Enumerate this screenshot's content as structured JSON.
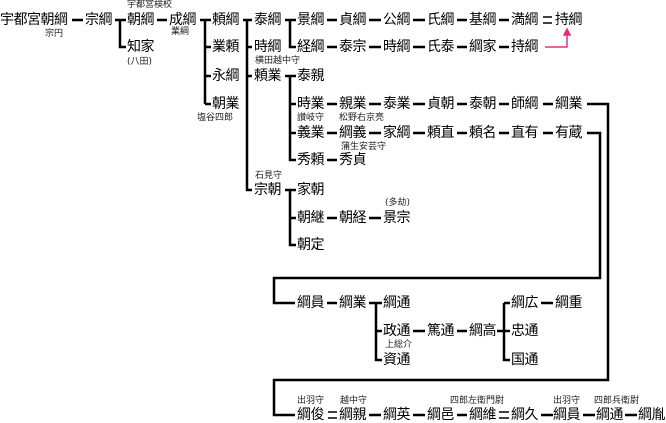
{
  "line_color": "#000000",
  "adoption_arrow_color": "#e0307a",
  "nodes": {
    "n1": "宇都宮朝綱",
    "n1t": "宗円",
    "n2": "宗綱",
    "n3": "朝綱",
    "n3t": "宇都宮検校",
    "n4": "知家",
    "n4t": "(八田)",
    "n5": "成綱",
    "n5t": "業綱",
    "n6": "頼綱",
    "n7": "業頼",
    "n8": "永綱",
    "n9": "朝業",
    "n9t": "塩谷四郎",
    "n10": "泰綱",
    "n11": "時綱",
    "n12": "頼業",
    "n12t": "横田越中守",
    "n13": "宗朝",
    "n13t": "石見守",
    "r1": [
      "景綱",
      "貞綱",
      "公綱",
      "氏綱",
      "基綱",
      "満綱",
      "持綱"
    ],
    "r2": [
      "経綱",
      "泰宗",
      "時綱",
      "氏泰",
      "綱家",
      "持綱"
    ],
    "n14": "泰親",
    "r4": [
      "時業",
      "親業",
      "泰業",
      "貞朝",
      "泰朝",
      "師綱",
      "綱業"
    ],
    "r4t": "讃岐守",
    "r4t2": "松野右京亮",
    "r5": [
      "義業",
      "綱義",
      "家綱",
      "頼直",
      "頼名",
      "直有",
      "有蔵"
    ],
    "r6": [
      "秀頼",
      "秀貞"
    ],
    "r6t": "蒲生安芸守",
    "n15": "家朝",
    "r8": [
      "朝継",
      "朝経",
      "景宗"
    ],
    "r8t": "(多劫)",
    "n16": "朝定",
    "r10": [
      "綱員",
      "綱業",
      "綱通"
    ],
    "r11": [
      "政通",
      "篤通",
      "綱高"
    ],
    "n17": "資通",
    "n17t": "上総介",
    "r10b": [
      "綱広",
      "綱重"
    ],
    "n18": "忠通",
    "n19": "国通",
    "r13": [
      "綱俊",
      "綱親",
      "綱英",
      "綱邑",
      "綱維",
      "綱久",
      "綱員",
      "綱通",
      "綱胤"
    ],
    "r13t": [
      "出羽守",
      "越中守",
      "四郎左衛門尉",
      "出羽守",
      "四郎兵衛尉"
    ]
  }
}
